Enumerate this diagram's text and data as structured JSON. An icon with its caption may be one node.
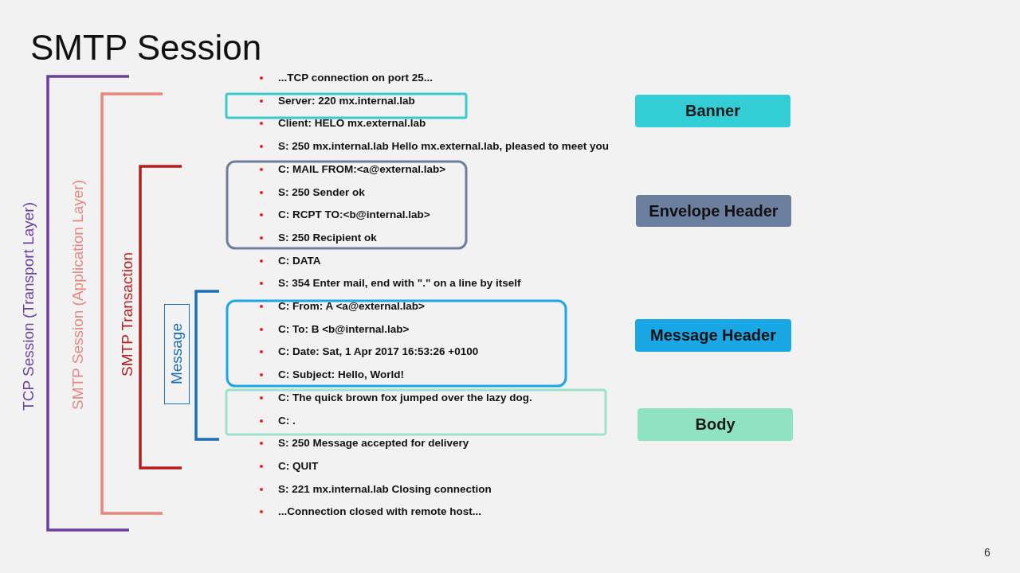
{
  "diagram": {
    "title": "SMTP Session",
    "nodes": [
      {
        "text": [
          "Message"
        ]
      },
      {
        "text": [
          "Banner"
        ]
      },
      {
        "text": [
          "Envelope Header"
        ]
      },
      {
        "text": [
          "Message Header"
        ]
      },
      {
        "text": [
          "Body"
        ]
      }
    ],
    "labels": [
      "TCP Session (Transport Layer)",
      "SMTP Session (Application Layer)",
      "SMTP Transaction",
      "...TCP connection on port 25...",
      "Server: 220 mx.internal.lab",
      "Client: HELO mx.external.lab",
      "S: 250 mx.internal.lab Hello mx.external.lab, pleased to meet you",
      "C: MAIL FROM:<a@external.lab>",
      "S: 250 Sender ok",
      "C: RCPT TO:<b@internal.lab>",
      "S: 250 Recipient ok",
      "C: DATA",
      "S: 354 Enter mail, end with \".\" on a line by itself",
      "C: From: A <a@external.lab>",
      "C: To: B <b@internal.lab>",
      "C: Date: Sat, 1 Apr 2017 16:53:26 +0100",
      "C: Subject: Hello, World!",
      "C: The quick brown fox jumped over the lazy dog.",
      "C: .",
      "S: 250 Message accepted for delivery",
      "C: QUIT",
      "S: 221 mx.internal.lab Closing connection",
      "...Connection closed with remote host...",
      "6"
    ]
  }
}
